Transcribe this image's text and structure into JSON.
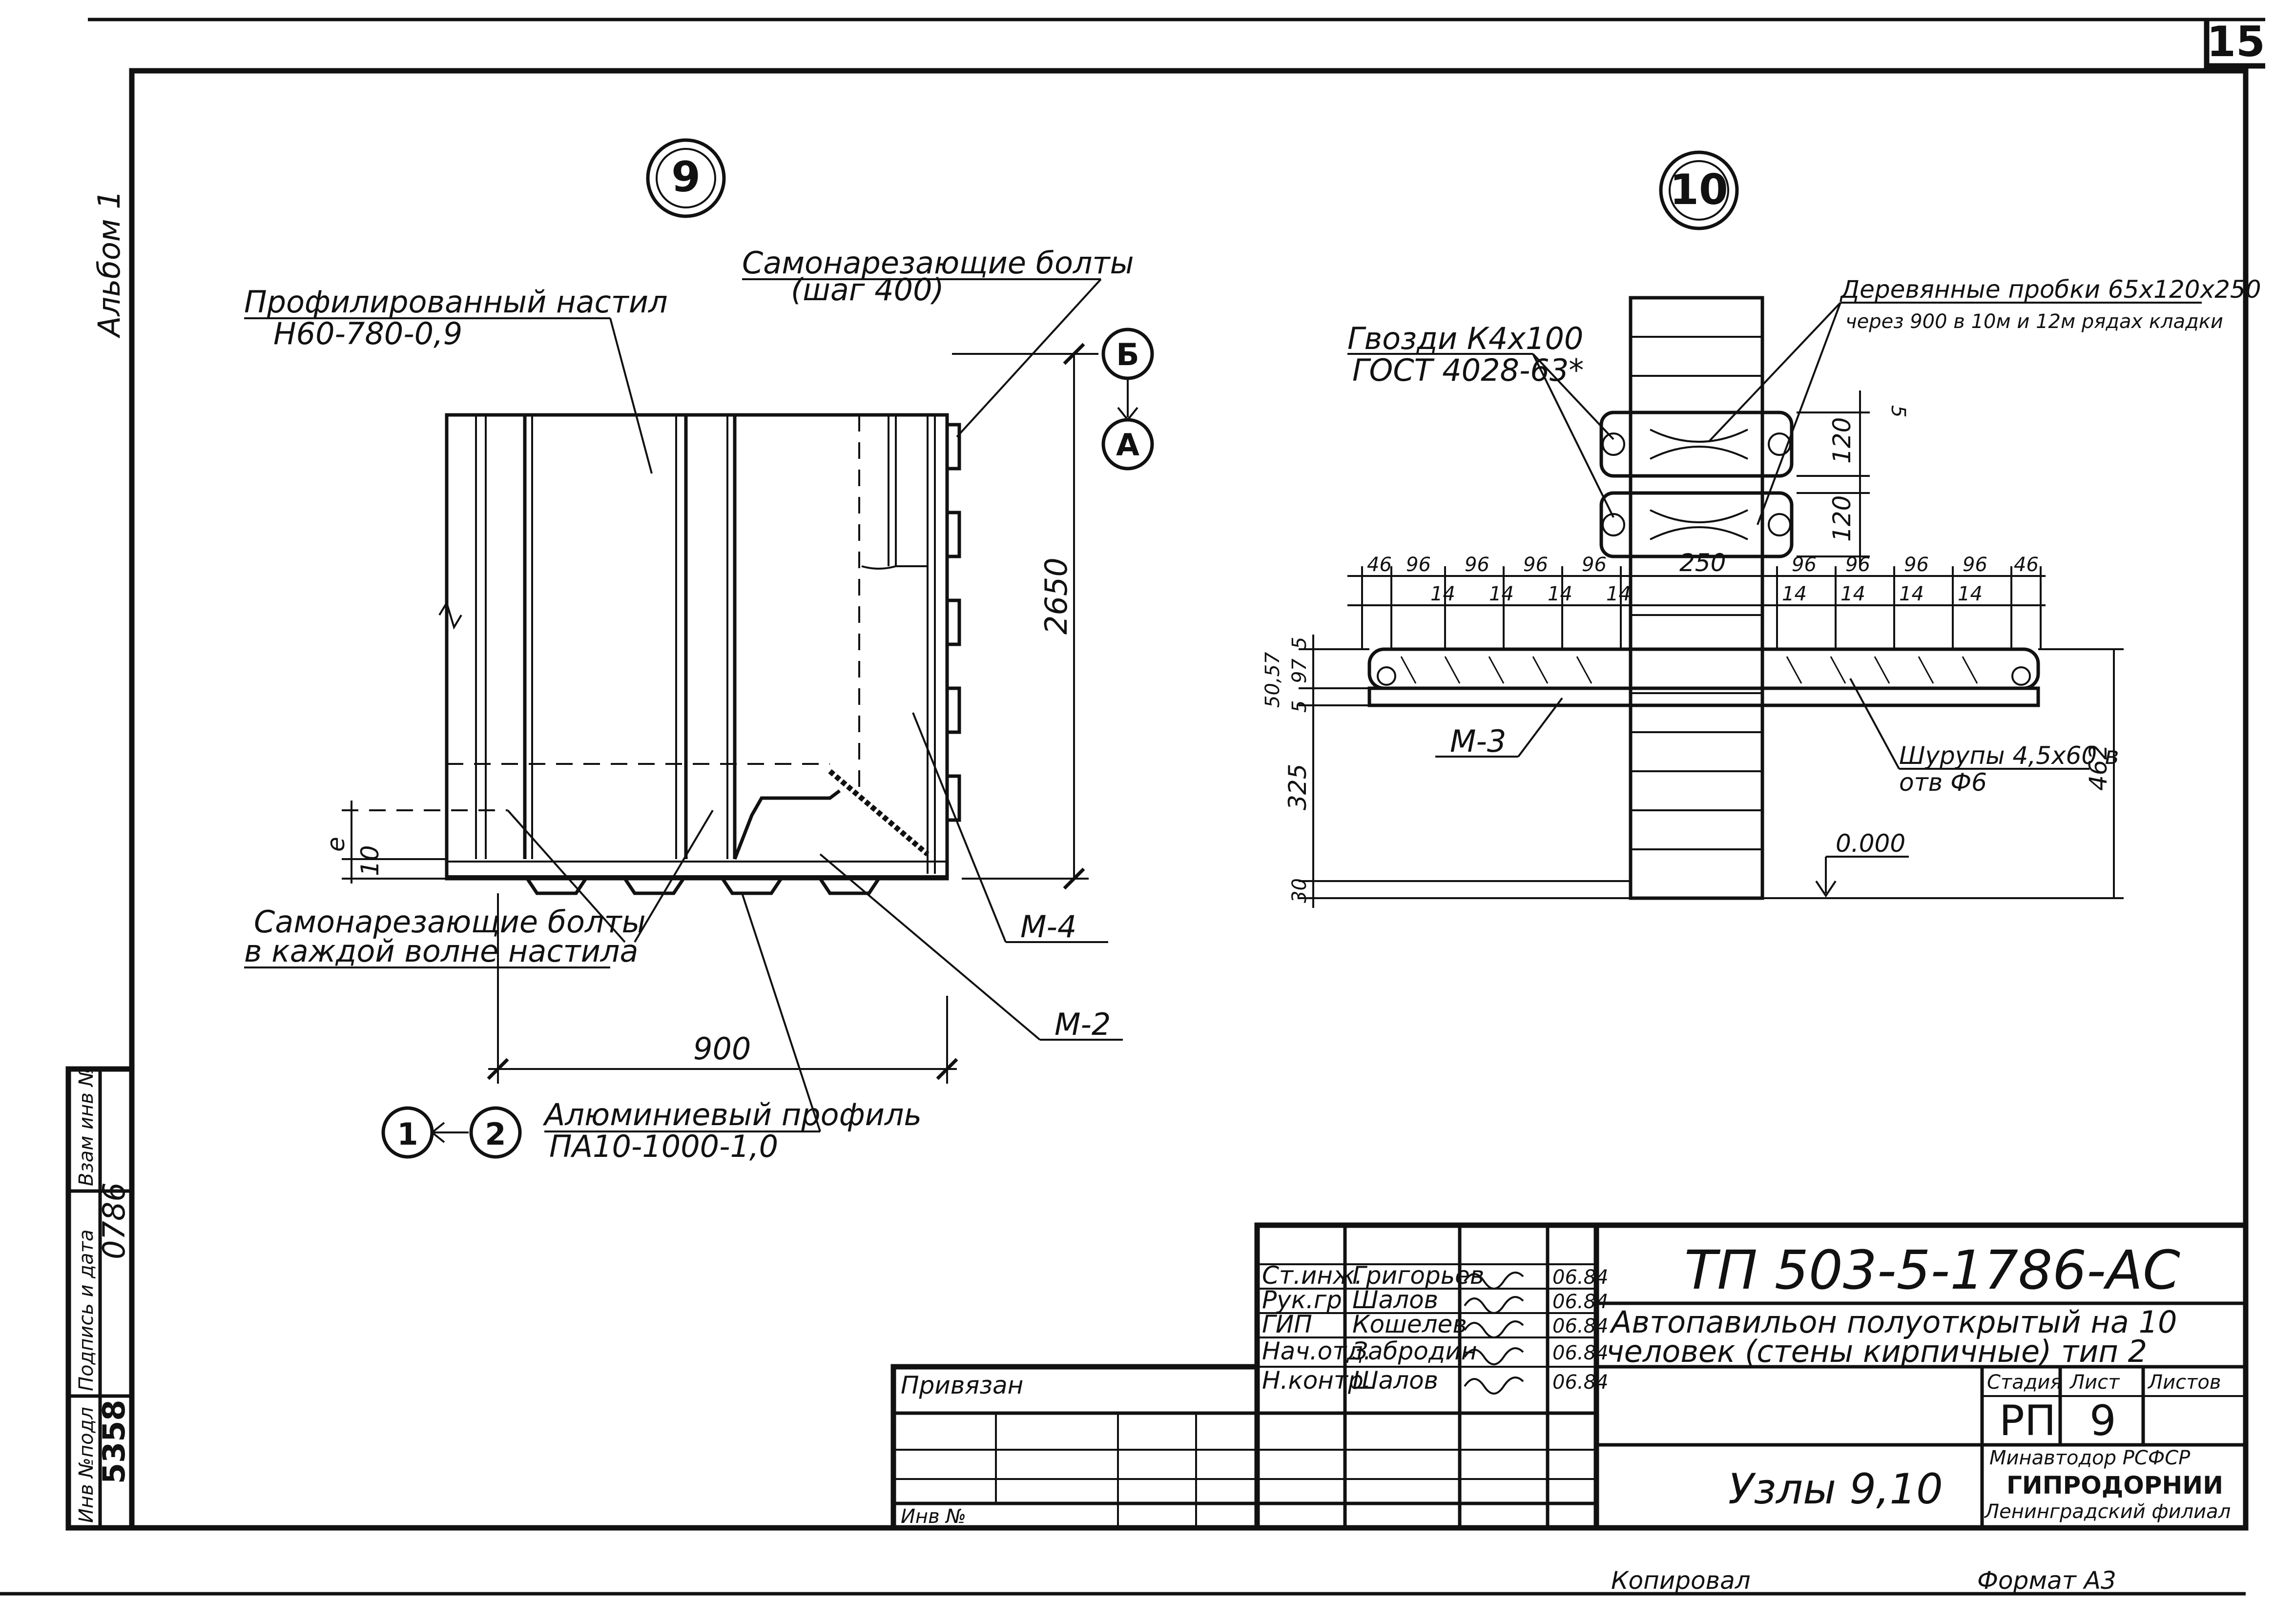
{
  "sheet": {
    "page_number": "15",
    "album_label": "Альбом 1",
    "copied_by": "Копировал",
    "format": "Формат А3"
  },
  "node9": {
    "marker": "9",
    "deck_label_line1": "Профилированный настил",
    "deck_label_line2": "Н60-780-0,9",
    "top_bolts_line1": "Самонарезающие болты",
    "top_bolts_line2": "(шаг 400)",
    "axis_top": "Б",
    "axis_bottom": "А",
    "dim_height": "2650",
    "dim_width": "900",
    "dim_small_1": "е",
    "dim_small_2": "10",
    "bottom_bolts_line1": "Самонарезающие болты",
    "bottom_bolts_line2": "в каждой волне настила",
    "m4": "М-4",
    "m2": "М-2",
    "ref_1": "1",
    "ref_2": "2",
    "profile_line1": "Алюминиевый профиль",
    "profile_line2": "ПА10-1000-1,0"
  },
  "node10": {
    "marker": "10",
    "wood_plugs_line1": "Деревянные пробки 65х120х250",
    "wood_plugs_line2": "через 900 в 10м и 12м рядах кладки",
    "nails_line1": "Гвозди К4х100",
    "nails_line2": "ГОСТ 4028-63*",
    "dim_top": [
      "46",
      "96",
      "96",
      "96",
      "96",
      "250",
      "96",
      "96",
      "96",
      "96",
      "46"
    ],
    "dim_14": "14",
    "dim_5": "5",
    "dim_120": "120",
    "dim_vertical_left": [
      "5",
      "97",
      "5",
      "325",
      "30"
    ],
    "dim_left_small": "50,57",
    "dim_right": "462",
    "m3": "М-3",
    "screws_line1": "Шурупы 4,5х60 в",
    "screws_line2": "отв Ф6",
    "level": "0.000"
  },
  "side_stamp": {
    "inv_orig": "Инв №подл",
    "sign_date": "Подпись и дата",
    "replace_inv": "Взам инв №",
    "inv_value": "5358",
    "date_value": "0786"
  },
  "title_block": {
    "doc_code": "ТП 503-5-1786-АС",
    "title_line1": "Автопавильон полуоткрытый на 10",
    "title_line2": "человек (стены кирпичные) тип 2",
    "sheet_name": "Узлы 9,10",
    "bound": "Привязан",
    "inv_no": "Инв №",
    "stage_header": "Стадия",
    "sheet_header": "Лист",
    "sheets_header": "Листов",
    "stage": "РП",
    "sheet": "9",
    "org_line1": "Минавтодор РСФСР",
    "org_line2": "ГИПРОДОРНИИ",
    "org_line3": "Ленинградский филиал",
    "staff": [
      {
        "role": "Ст.инж.",
        "name": "Григорьев",
        "date": "06.84"
      },
      {
        "role": "Рук.гр.",
        "name": "Шалов",
        "date": "06.84"
      },
      {
        "role": "ГИП",
        "name": "Кошелев",
        "date": "06.84"
      },
      {
        "role": "Нач.отд.",
        "name": "Забродин",
        "date": "06.84"
      },
      {
        "role": "Н.контр.",
        "name": "Шалов",
        "date": "06.84"
      }
    ]
  }
}
